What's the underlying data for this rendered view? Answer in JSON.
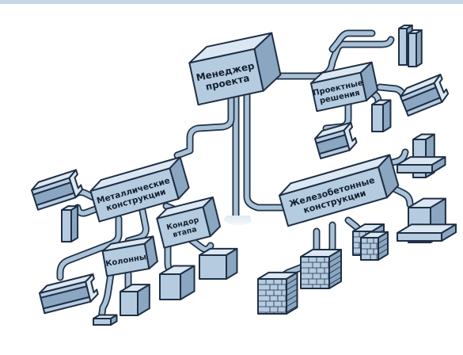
{
  "colors": {
    "outline": "#1f2f44",
    "box_front": "#b5cbe0",
    "box_side": "#8aa6c1",
    "box_top": "#dbe7f2",
    "pipe": "#a9c2d8"
  },
  "nodes": {
    "manager": {
      "lines": [
        "Менеджер",
        "проекта"
      ]
    },
    "design": {
      "lines": [
        "Проектные",
        "решения"
      ]
    },
    "metal": {
      "lines": [
        "Металлические",
        "конструкции"
      ]
    },
    "concrete": {
      "lines": [
        "Железобетонные",
        "конструкции"
      ]
    },
    "columns": {
      "lines": [
        "Колонны"
      ]
    },
    "supplier": {
      "lines": [
        "Кондор",
        "втапа"
      ]
    }
  }
}
